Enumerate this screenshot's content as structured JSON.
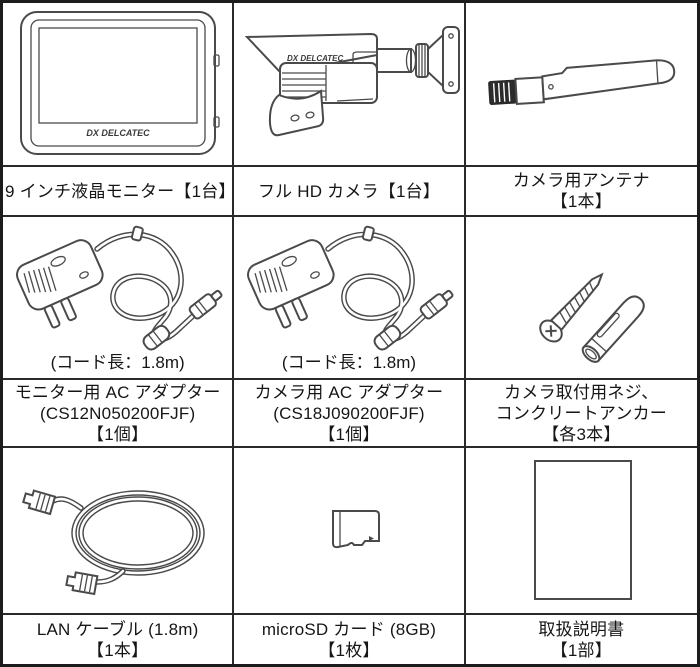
{
  "brand": {
    "logo_text": "DX DELCATEC"
  },
  "items": [
    {
      "id": "monitor",
      "label_lines": [
        "9 インチ液晶モニター【1台】"
      ]
    },
    {
      "id": "camera",
      "label_lines": [
        "フル HD カメラ【1台】"
      ]
    },
    {
      "id": "antenna",
      "label_lines": [
        "カメラ用アンテナ",
        "【1本】"
      ]
    },
    {
      "id": "monitor-ac-adapter",
      "caption": "(コード長：1.8m)",
      "label_lines": [
        "モニター用 AC アダプター",
        "(CS12N050200FJF)",
        "【1個】"
      ]
    },
    {
      "id": "camera-ac-adapter",
      "caption": "(コード長：1.8m)",
      "label_lines": [
        "カメラ用 AC アダプター",
        "(CS18J090200FJF)",
        "【1個】"
      ]
    },
    {
      "id": "screws-anchors",
      "label_lines": [
        "カメラ取付用ネジ、",
        "コンクリートアンカー",
        "【各3本】"
      ]
    },
    {
      "id": "lan-cable",
      "label_lines": [
        "LAN ケーブル (1.8m)",
        "【1本】"
      ]
    },
    {
      "id": "microsd-card",
      "label_lines": [
        "microSD カード (8GB)",
        "【1枚】"
      ]
    },
    {
      "id": "manual",
      "label_lines": [
        "取扱説明書",
        "【1部】"
      ]
    }
  ]
}
